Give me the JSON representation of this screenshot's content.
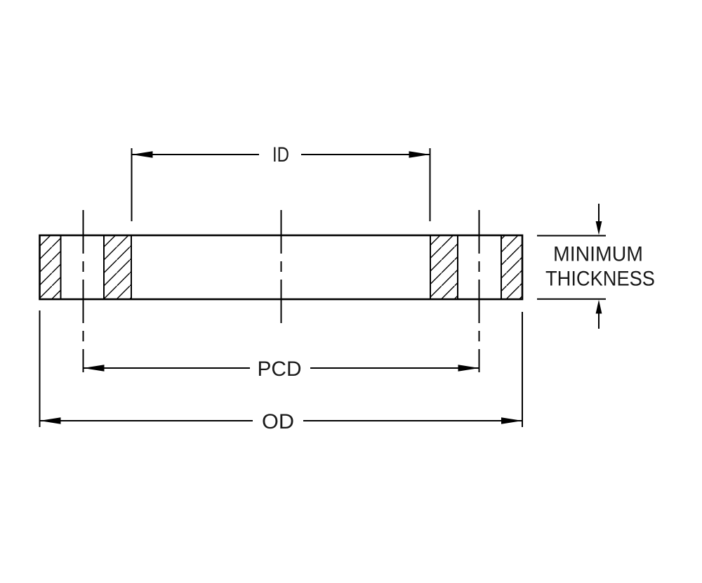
{
  "drawing": {
    "type": "engineering-section-drawing",
    "subject": "flange cross-section with dimension callouts",
    "labels": {
      "id": "ID",
      "pcd": "PCD",
      "od": "OD",
      "min_thickness_line1": "MINIMUM",
      "min_thickness_line2": "THICKNESS"
    },
    "colors": {
      "line": "#000000",
      "text": "#1a1a1a",
      "background": "#ffffff"
    }
  }
}
